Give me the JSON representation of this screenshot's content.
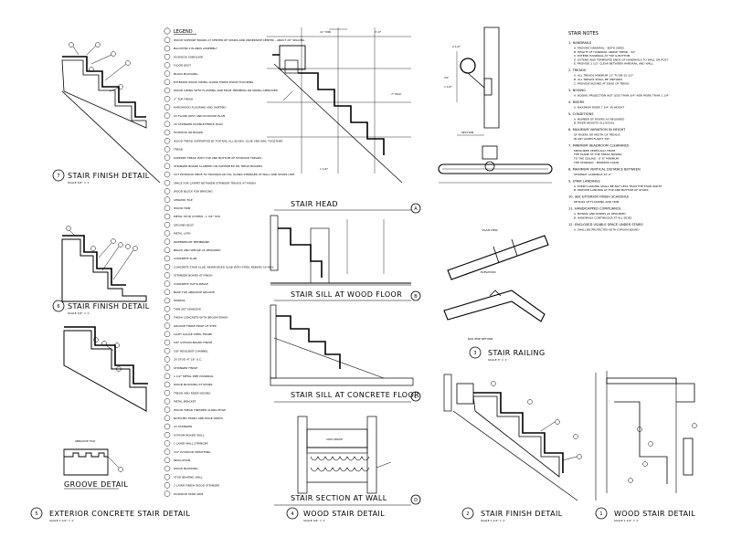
{
  "details": {
    "d7": {
      "number": "7",
      "title": "STAIR FINISH DETAIL",
      "scale": "SCALE 3/4\" = 1'"
    },
    "d6": {
      "number": "6",
      "title": "STAIR FINISH DETAIL",
      "scale": "SCALE 3/4\" = 1'"
    },
    "d5": {
      "number": "5",
      "title": "EXTERIOR CONCRETE STAIR DETAIL",
      "scale": "SCALE 1 1/2\" = 1'"
    },
    "groove": {
      "title": "GROOVE DETAIL",
      "label": "ABRASIVE TILE"
    },
    "d4": {
      "number": "4",
      "title": "WOOD STAIR DETAIL",
      "scale": "SCALE 3/4\" = 1'"
    },
    "a": {
      "letter": "A",
      "title": "STAIR HEAD"
    },
    "b": {
      "letter": "B",
      "title": "STAIR SILL AT WOOD FLOOR"
    },
    "c": {
      "letter": "C",
      "title": "STAIR SILL AT CONCRETE FLOOR"
    },
    "d": {
      "letter": "D",
      "title": "STAIR SECTION AT WALL",
      "label": "VOID SPACE"
    },
    "d3": {
      "number": "3",
      "title": "STAIR RAILING",
      "scale": "SCALE 3\" = 1'"
    },
    "d2": {
      "number": "2",
      "title": "STAIR FINISH DETAIL",
      "scale": "SCALE 1 1/2\" = 1'"
    },
    "d1": {
      "number": "1",
      "title": "WOOD STAIR DETAIL",
      "scale": "SCALE 1 1/2\" = 1'"
    },
    "railing": {
      "section": "SECTION",
      "plan": "PLAN VIEW",
      "elevation": "ELEVATION",
      "return": "RAIL END RETURN"
    }
  },
  "legend": {
    "title": "LEGEND",
    "items": [
      "WOOD SUPPORT BOARD AT CENTER OF STAIRS AND UNDERSIDE CENTER - ABOUT 20\" SPACING",
      "BALUSTER 2 PLANKS ASSEMBLY",
      "PLYWOOD SUBFLOOR",
      "FLOOR JOIST",
      "BLOCK BLOCKING",
      "EXTERIOR WOOD SIDING ALONG FINISH WOOD FLOORING",
      "WOOD SIDING WITH FLASHING AND EDGE TRIMMING OR SIDING APPROVED",
      "2\" TOP FINISH",
      "HARDWOOD FLOORING AND SKIRTING",
      "2X FLOOR JOIST AND PLYWOOD PLAN",
      "2X STRINGER DOUBLE/TRIPLE PLAN",
      "PLYWOOD OR BOARD",
      "WOOD TREAD SUPPORTED BY TOP RAIL ALL EDGES, GLUE AND NAIL TOGETHER",
      "TREAD",
      "SUPPORT TREAD WITH TOP AND BOTTOM OF PLYWOOD TREADS",
      "STRINGER BOARD CLAMPED ON SUPPORTED OR TREAD BOARDS",
      "CUT PLYWOOD PIECE TO TRIANGULAR FILL ALONG STRINGER AT WALL AND STAIRS UNIT",
      "SPACE FOR CARPET BETWEEN STRINGER TREADS AT FINISH",
      "WOOD BLOCK FOR BRACING",
      "CERAMIC TILE",
      "WOOD TRIM",
      "METAL STUD SYSTEM - 1 3/4\" STD",
      "GROUND BOLT",
      "METAL LATH",
      "WATERPROOF MEMBRANE",
      "BRACE AND WEDGE AS REQUIRED",
      "CONCRETE SLAB",
      "CONCRETE STAIR SLAB, REINFORCED SLAB WITH STEEL REBARS AS REQ.",
      "STRINGER BOARD AT FINISH",
      "CONCRETE TOP SURFACE",
      "BASE TILE ABRASIVE GROOVE",
      "MORTAR",
      "THIN SET ADHESIVE",
      "FINISH CONCRETE WITH BROOM FINISH",
      "GROOVE FINISH EDGE OF STEP",
      "LIGHT GAUGE STEEL FRAME",
      "5/8\" GYPSUM BOARD FINISH",
      "5/8\" RESILIENT CHANNEL",
      "2X STUD AT 16\" O.C.",
      "STRINGER FINISH",
      "1 1/2\" METAL PIPE HANDRAIL",
      "WOOD BLOCKING AT STAIRS",
      "TREAD AND RISER NOSING",
      "METAL BRACKET",
      "WOOD TREAD FINISHED ALONG EDGE",
      "NOTCHED FINISH AND EDGE SKIRTS",
      "2X STRINGER",
      "GYPSUM BOARD WALL",
      "2 LAYER WALL STRINGER",
      "3/4\" PLYWOOD SHEATHING",
      "INSULATION",
      "WOOD BLOCKING",
      "STUD BEARING WALL",
      "2 LAYER FINISH WOOD STRINGER",
      "PLYWOOD STAIR SIDE"
    ]
  },
  "notes": {
    "title": "STAIR NOTES",
    "items": [
      {
        "heading": "1. HANDRAILS",
        "lines": [
          "A. PROVIDE HANDRAIL - BOTH SIDES",
          "B. HEIGHT OF HANDRAIL ABOVE TREAD - 34\"",
          "C. EXTEND HANDRAIL AT TOP & BOTTOM",
          "D. EXTEND AND TERMINATE ENDS OF HANDRAILS TO WALL OR POST",
          "E. PROVIDE 1 1/2\" CLEAR BETWEEN HANDRAIL AND WALL"
        ]
      },
      {
        "heading": "2. TREADS",
        "lines": [
          "A. ALL TREADS MINIMUM 11\" TO BE 10 1/2\"",
          "B. ALL TREADS SHALL BE UNIFORM",
          "C. PROVIDE NOSING AT EDGE OF TREAD"
        ]
      },
      {
        "heading": "3. NOSING",
        "lines": [
          "A. NOSING PROJECTION NOT LESS THAN 3/4\" NOR MORE THAN 1 1/4\""
        ]
      },
      {
        "heading": "4. RISERS",
        "lines": [
          "A. MAXIMUM RISER 7 3/4\" IN HEIGHT"
        ]
      },
      {
        "heading": "5. CONDITIONS",
        "lines": [
          "A. NUMBER OF RISERS AS REQUIRED",
          "B. RISER HEIGHTS ALL EQUAL"
        ]
      },
      {
        "heading": "6. MAXIMUM VARIATION IN HEIGHT",
        "lines": [
          "OF RISERS OR WIDTH OF TREADS",
          "IN ANY GIVEN FLIGHT 3/8\""
        ]
      },
      {
        "heading": "7. MINIMUM HEADROOM CLEARANCE",
        "lines": [
          "MEASURED VERTICALLY FROM",
          "THE PLANE OF THE TREAD NOSING",
          "TO THE CEILING - 6'-8\" MINIMUM",
          "THE STAIRWAY - MINIMUM CLEAR"
        ]
      },
      {
        "heading": "8. MAXIMUM VERTICAL DISTANCE BETWEEN",
        "lines": [
          "STAIRWAY LANDINGS 12'-0\""
        ]
      },
      {
        "heading": "9. STAIR LANDINGS",
        "lines": [
          "A. EVERY LANDING SHALL BE NOT LESS THAN THE STAIR WIDTH",
          "B. PROVIDE LANDING AT TOP AND BOTTOM OF STAIRS"
        ]
      },
      {
        "heading": "10. SEE EXTERIOR FINISH SCHEDULE",
        "lines": [
          "DETAILS OF FLASHING AND TRIM"
        ]
      },
      {
        "heading": "11. HANDICAPPED COMPLIANCE",
        "lines": [
          "A. NOSING AND RISERS AS REQUIRED",
          "B. HANDRAILS CONTINUOUS AT ALL SIDES"
        ]
      },
      {
        "heading": "12. ENCLOSED USABLE SPACE UNDER STAIRS",
        "lines": [
          "A. SHALL BE PROTECTED WITH GYPSUM BOARD"
        ]
      }
    ]
  },
  "dims": {
    "riser": "7\" MAX",
    "tread": "11\" MIN",
    "width": "3'-0\"",
    "nosing": "1 1/4\"",
    "clear": "1 1/2\"",
    "rail": "2 1/2\"",
    "height": "34\""
  }
}
